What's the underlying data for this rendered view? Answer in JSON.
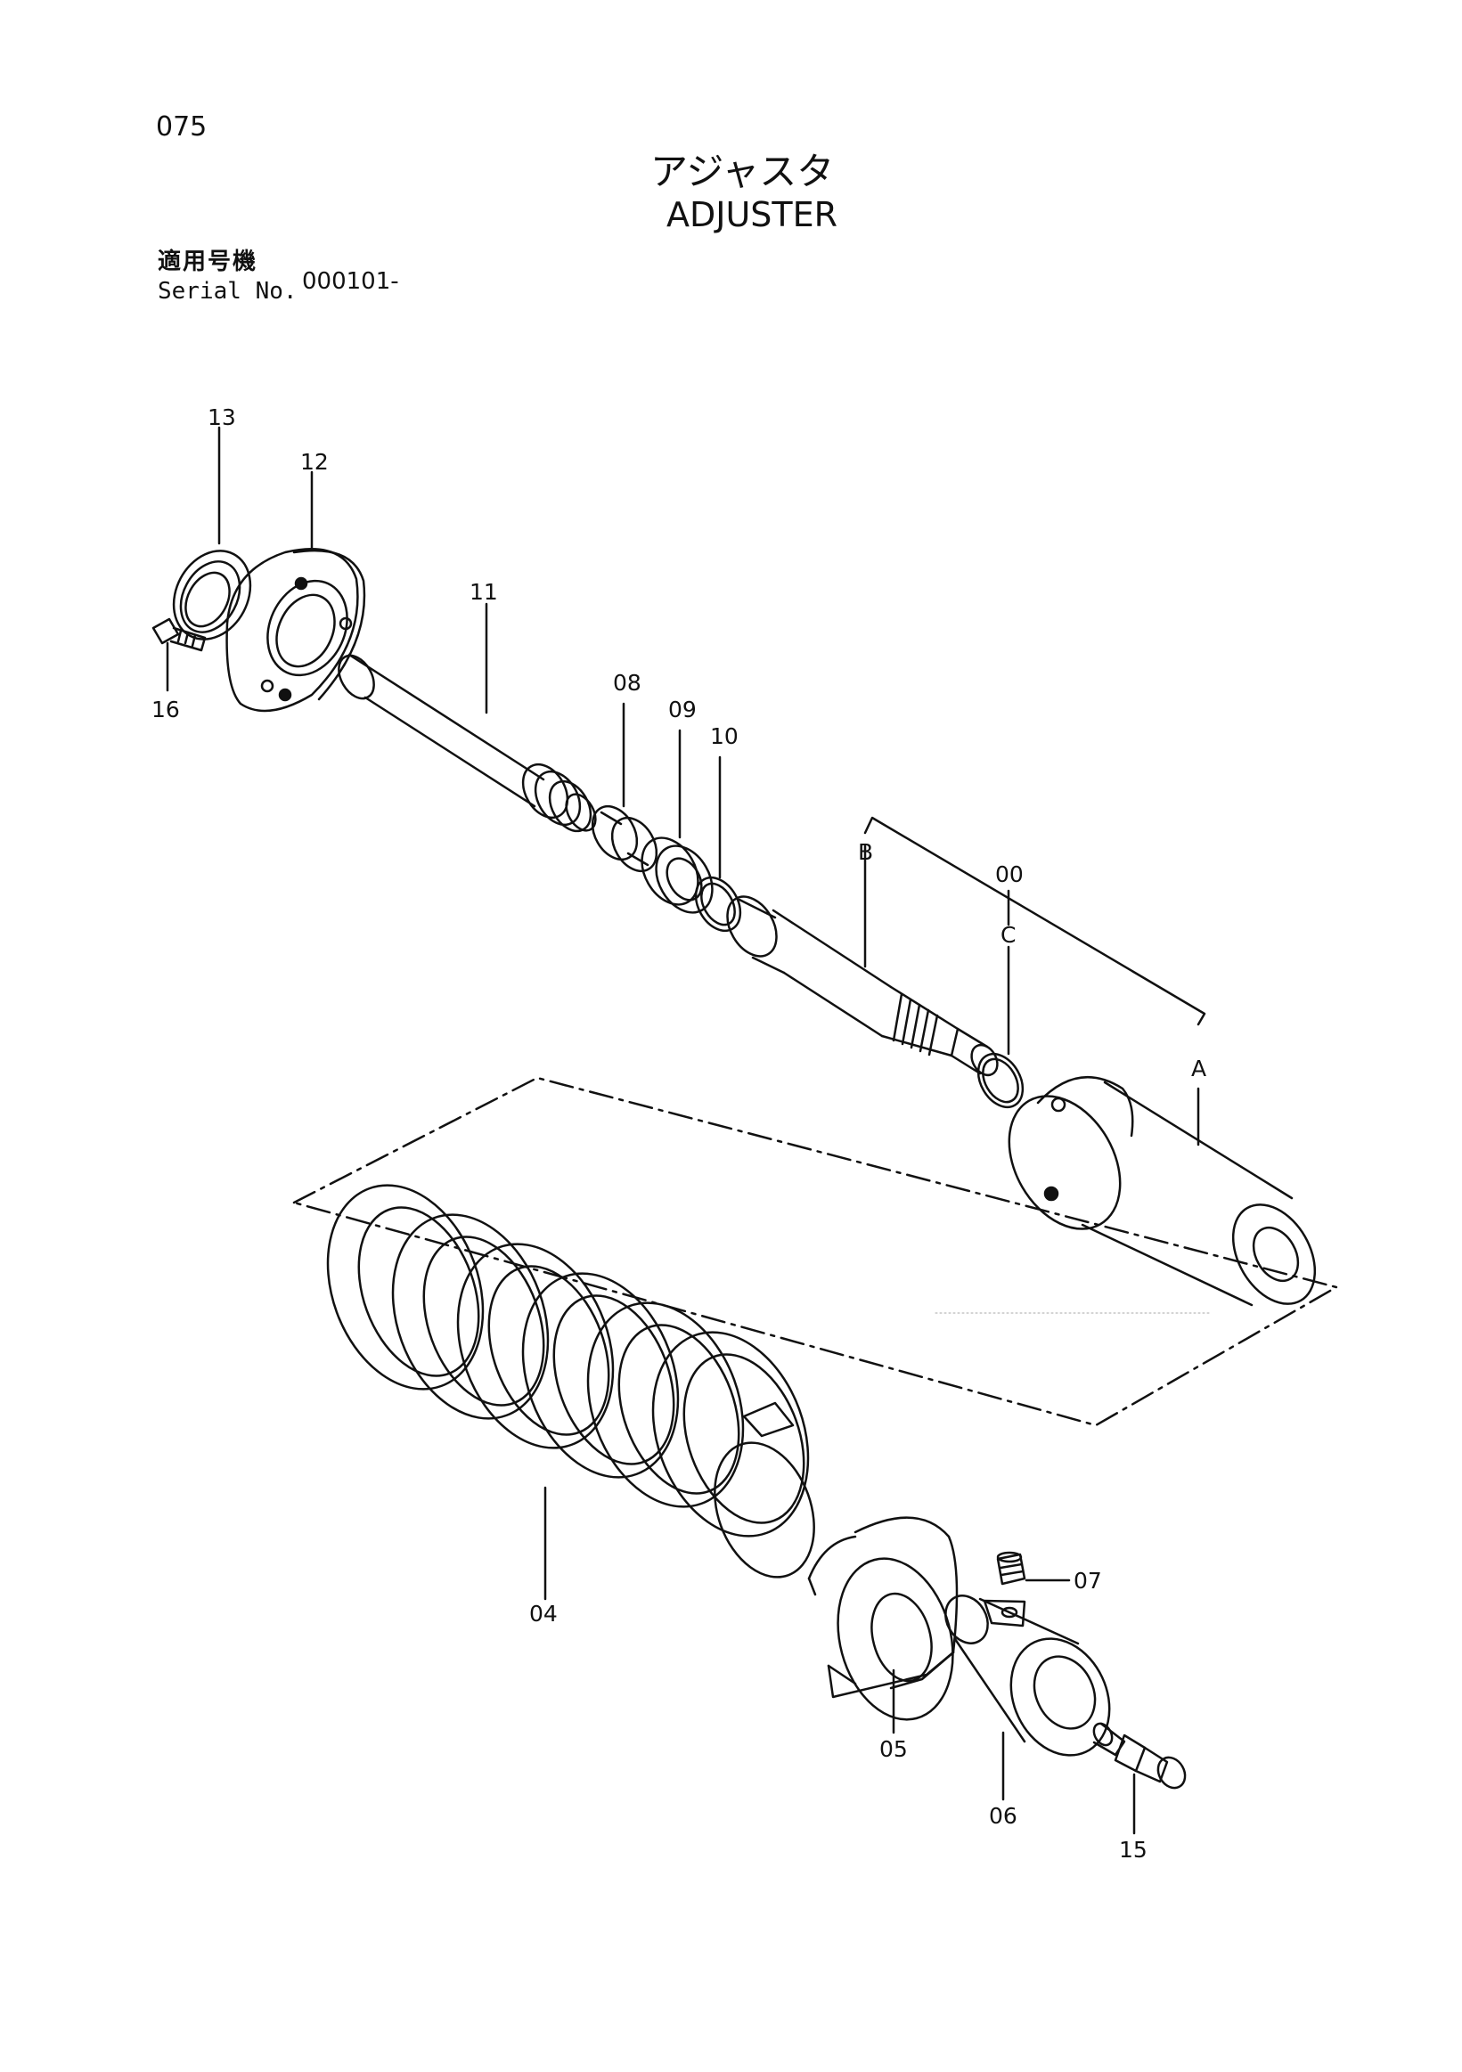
{
  "page": {
    "number": "075",
    "title_jp": "アジャスタ",
    "title_en": "ADJUSTER"
  },
  "serial": {
    "label_jp": "適用号機",
    "label_en": "Serial No.",
    "value": "000101-"
  },
  "callouts": {
    "c13": "13",
    "c12": "12",
    "c16": "16",
    "c11": "11",
    "c08": "08",
    "c09": "09",
    "c10": "10",
    "cB": "B",
    "c00": "00",
    "cC": "C",
    "cA": "A",
    "c04": "04",
    "c07": "07",
    "c05": "05",
    "c06": "06",
    "c15": "15"
  }
}
